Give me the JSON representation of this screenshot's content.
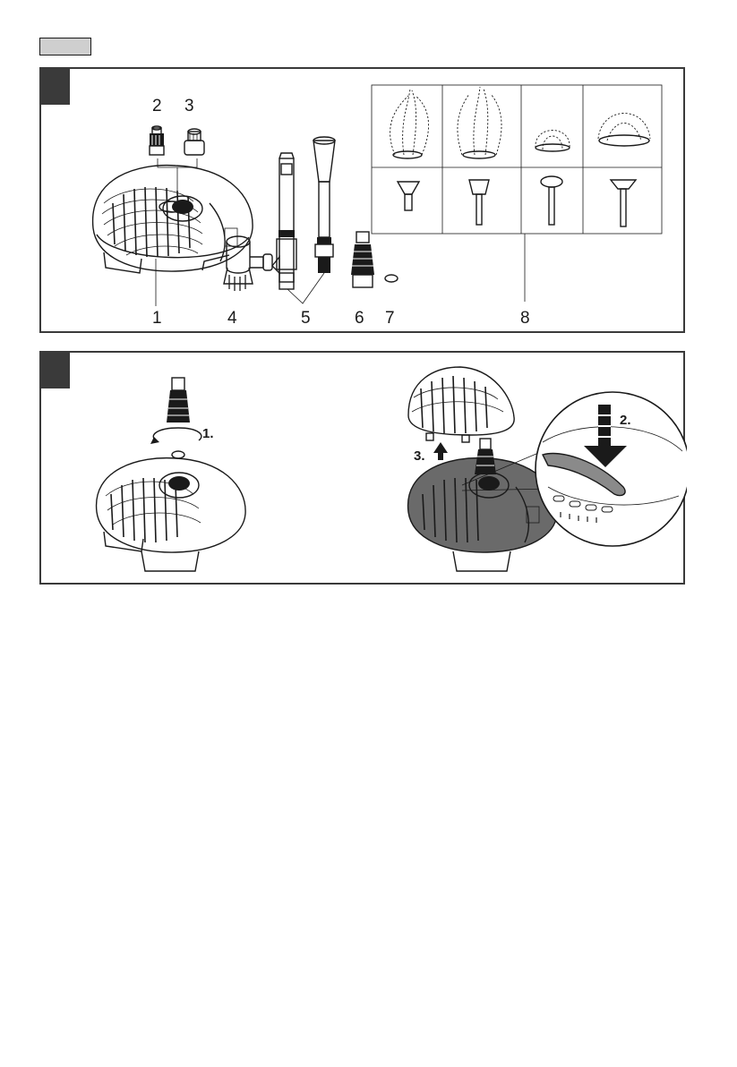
{
  "figure_1": {
    "labels": [
      "1",
      "2",
      "3",
      "4",
      "5",
      "6",
      "7",
      "8"
    ]
  },
  "figure_2": {
    "steps": [
      "1.",
      "2.",
      "3."
    ]
  },
  "colors": {
    "frame": "#3a3a3a",
    "tab": "#cfcfcf",
    "highlight": "#8a8a8a"
  },
  "icons": [
    "pump-icon",
    "adapter-icon",
    "t-piece-icon",
    "telescope-tube-icon",
    "hose-connector-icon",
    "o-ring-icon",
    "fountain-nozzle-icon",
    "release-latch-icon"
  ]
}
